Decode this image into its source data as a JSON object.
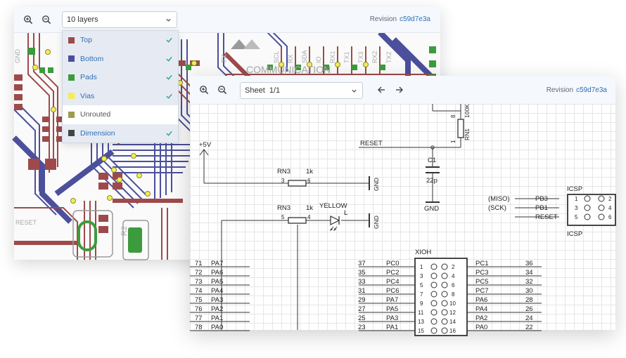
{
  "pcb_viewer": {
    "layer_select": {
      "value": "10 layers"
    },
    "revision": {
      "label": "Revision",
      "hash": "c59d7e3a"
    },
    "layers": [
      {
        "name": "Top",
        "color": "#9e4a4a",
        "visible": true
      },
      {
        "name": "Bottom",
        "color": "#4b4f9c",
        "visible": true
      },
      {
        "name": "Pads",
        "color": "#3c9b3c",
        "visible": true
      },
      {
        "name": "Vias",
        "color": "#f2ee55",
        "visible": true
      },
      {
        "name": "Unrouted",
        "color": "#9d9d4e",
        "visible": false
      },
      {
        "name": "Dimension",
        "color": "#444444",
        "visible": true
      }
    ],
    "board_text": {
      "communication": "COMMUNICATION",
      "reset": "RESET",
      "r2": "R2",
      "ic_labels": [
        "TX",
        "GND",
        "SCL",
        "RX",
        "SDA",
        "IO",
        "RX1",
        "TX1",
        "TX3",
        "RX2",
        "TX2"
      ]
    }
  },
  "schematic_viewer": {
    "sheet_select": {
      "value": "Sheet  1/1"
    },
    "revision": {
      "label": "Revision",
      "hash": "c59d7e3a"
    },
    "labels": {
      "power": "+5V",
      "reset_net": "RESET",
      "rn1": "RN1",
      "rn1_value": "100K",
      "rn1_pin_top": "8",
      "rn1_pin_bottom": "1",
      "c1": "C1",
      "c1_value": "22p",
      "gnd": "GND",
      "rn3": "RN3",
      "rn3_value": "1k",
      "rn3a_pin_left": "3",
      "rn3a_pin_right": "6",
      "rn3b_pin_left": "5",
      "rn3b_pin_right": "4",
      "led_color": "YELLOW",
      "led_name": "L",
      "icsp": "ICSP",
      "miso": "(MISO)",
      "sck": "(SCK)",
      "pb3": "PB3",
      "pb1": "PB1",
      "reset_pin": "RESET",
      "xioh": "XIOH"
    },
    "icsp_pins": [
      {
        "left": "1",
        "right": "2"
      },
      {
        "left": "3",
        "right": "4"
      },
      {
        "left": "5",
        "right": "6"
      }
    ],
    "left_bus": [
      {
        "num": "71",
        "net": "PA7"
      },
      {
        "num": "72",
        "net": "PA6"
      },
      {
        "num": "73",
        "net": "PA5"
      },
      {
        "num": "74",
        "net": "PA4"
      },
      {
        "num": "75",
        "net": "PA3"
      },
      {
        "num": "76",
        "net": "PA2"
      },
      {
        "num": "77",
        "net": "PA1"
      },
      {
        "num": "78",
        "net": "PA0"
      }
    ],
    "xioh_rows": [
      {
        "lnum": "37",
        "lnet": "PC0",
        "lpin": "1",
        "rpin": "2",
        "rnet": "PC1",
        "rnum": "36"
      },
      {
        "lnum": "35",
        "lnet": "PC2",
        "lpin": "3",
        "rpin": "4",
        "rnet": "PC3",
        "rnum": "34"
      },
      {
        "lnum": "33",
        "lnet": "PC4",
        "lpin": "5",
        "rpin": "6",
        "rnet": "PC5",
        "rnum": "32"
      },
      {
        "lnum": "31",
        "lnet": "PC6",
        "lpin": "7",
        "rpin": "8",
        "rnet": "PC7",
        "rnum": "30"
      },
      {
        "lnum": "29",
        "lnet": "PA7",
        "lpin": "9",
        "rpin": "10",
        "rnet": "PA6",
        "rnum": "28"
      },
      {
        "lnum": "27",
        "lnet": "PA5",
        "lpin": "11",
        "rpin": "12",
        "rnet": "PA4",
        "rnum": "26"
      },
      {
        "lnum": "25",
        "lnet": "PA3",
        "lpin": "13",
        "rpin": "14",
        "rnet": "PA2",
        "rnum": "24"
      },
      {
        "lnum": "23",
        "lnet": "PA1",
        "lpin": "15",
        "rpin": "16",
        "rnet": "PA0",
        "rnum": "22"
      }
    ]
  },
  "colors": {
    "accent": "#2f6fb3",
    "check": "#2aa198",
    "toolbar_bg": "#f5f8fc"
  }
}
